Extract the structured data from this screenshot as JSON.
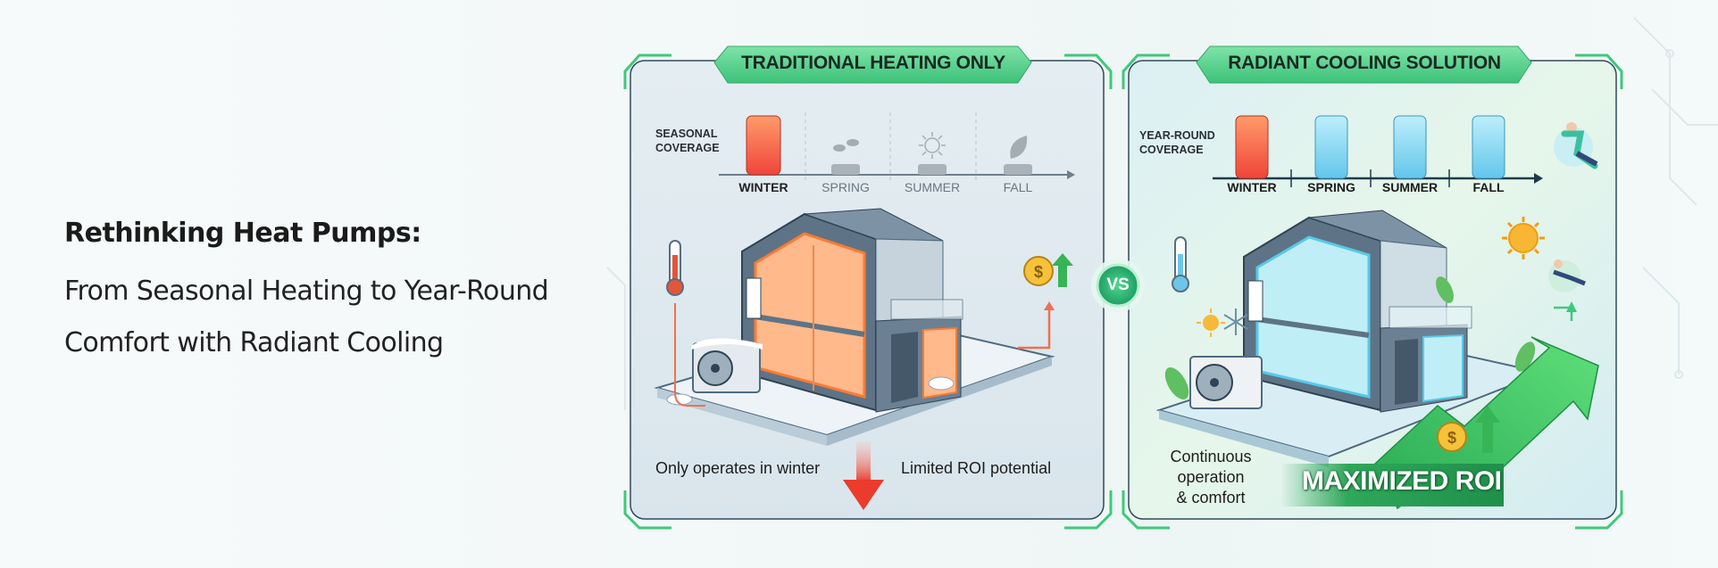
{
  "hero": {
    "title": "Rethinking Heat Pumps:",
    "subtitle_line1": "From Seasonal Heating to Year-Round",
    "subtitle_line2": "Comfort with Radiant Cooling"
  },
  "vs_label": "VS",
  "left_panel": {
    "title": "TRADITIONAL HEATING ONLY",
    "coverage_label_1": "SEASONAL",
    "coverage_label_2": "COVERAGE",
    "seasons": [
      "WINTER",
      "SPRING",
      "SUMMER",
      "FALL"
    ],
    "active_seasons": [
      true,
      false,
      false,
      false
    ],
    "caption_left": "Only operates in winter",
    "caption_right": "Limited ROI potential",
    "icons": [
      "thermometer-icon",
      "dollar-coin-icon",
      "up-arrow-icon",
      "down-arrow-icon",
      "sprout-icon",
      "sun-icon",
      "leaf-icon"
    ]
  },
  "right_panel": {
    "title": "RADIANT COOLING SOLUTION",
    "coverage_label_1": "YEAR-ROUND",
    "coverage_label_2": "COVERAGE",
    "seasons": [
      "WINTER",
      "SPRING",
      "SUMMER",
      "FALL"
    ],
    "active_seasons": [
      true,
      true,
      true,
      true
    ],
    "caption_line1": "Continuous operation",
    "caption_line2": "& comfort",
    "roi_banner": "MAXIMIZED ROI",
    "icons": [
      "thermometer-icon",
      "sun-icon",
      "snowflake-icon",
      "dollar-coin-icon",
      "growth-arrow-icon",
      "relaxing-person-icon"
    ]
  },
  "colors": {
    "accent_green": "#3ec97a",
    "heat_red": "#f0553a",
    "cool_blue": "#7fd6f0",
    "panel_left": "#dde8ee",
    "panel_right": "#d8eef2"
  }
}
